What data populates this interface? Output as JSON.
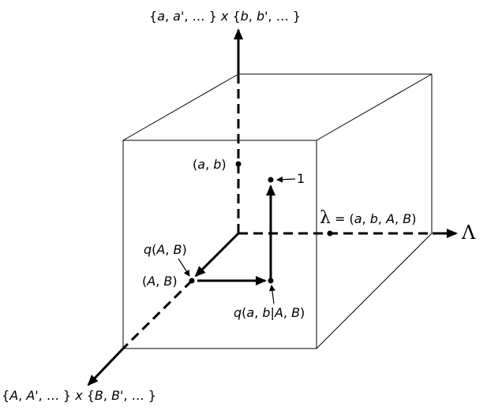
{
  "axes": {
    "top_label": {
      "p1": "{",
      "a": "a",
      "p2": ", ",
      "ap": "a'",
      "p3": ", … } ",
      "x": "x",
      "p4": " {",
      "b": "b",
      "p5": ", ",
      "bp": "b'",
      "p6": ", … }"
    },
    "bottom_label": {
      "p1": "{",
      "A": "A",
      "p2": ", ",
      "Ap": "A'",
      "p3": ", … } ",
      "x": "x",
      "p4": " {",
      "B": "B",
      "p5": ", ",
      "Bp": "B'",
      "p6": ", … }"
    },
    "right_label": "Λ"
  },
  "points": {
    "ab": {
      "p1": "(",
      "a": "a",
      "p2": ", ",
      "b": "b",
      "p3": ")"
    },
    "one": "1",
    "AB": {
      "p1": "(",
      "A": "A",
      "p2": ", ",
      "B": "B",
      "p3": ")"
    },
    "qAB": {
      "q": "q",
      "p1": "(",
      "A": "A",
      "p2": ", ",
      "B": "B",
      "p3": ")"
    },
    "qab_given": {
      "q": "q",
      "p1": "(",
      "a": "a",
      "p2": ", ",
      "b": "b",
      "bar": "|",
      "A": "A",
      "p3": ", ",
      "B": "B",
      "p4": ")"
    },
    "lambda": {
      "sym": "λ",
      "eq": " = (",
      "a": "a",
      "p1": ", ",
      "b": "b",
      "p2": ", ",
      "A": "A",
      "p3": ", ",
      "B": "B",
      "p4": ")"
    }
  }
}
